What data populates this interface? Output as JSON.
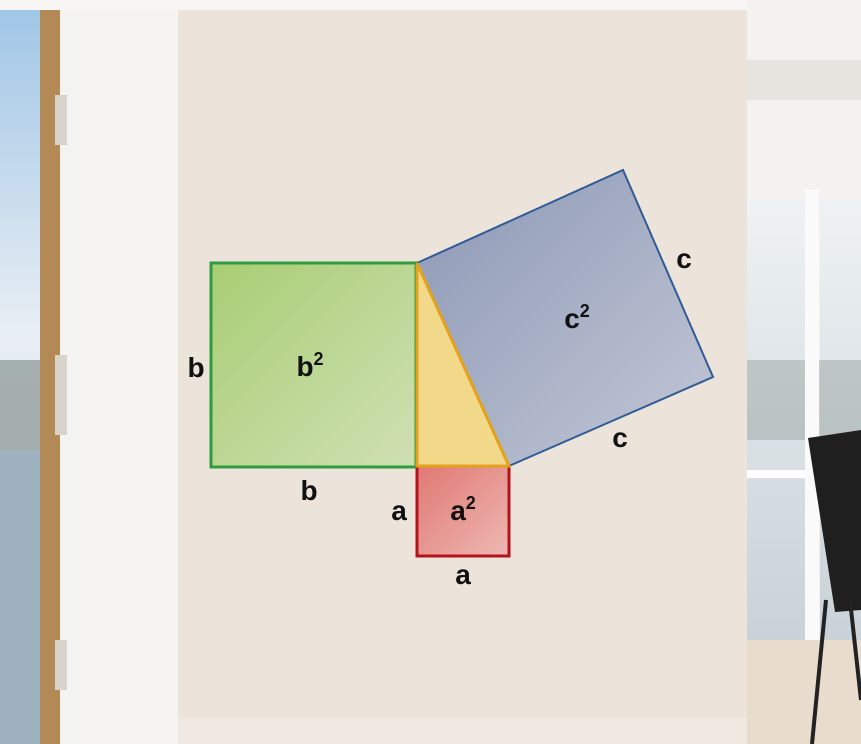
{
  "diagram": {
    "side_labels": {
      "b_left": "b",
      "b_bottom": "b",
      "a_left": "a",
      "a_bottom": "a",
      "c_upper": "c",
      "c_lower": "c"
    },
    "area_labels": {
      "b_square": {
        "base": "b",
        "exp": "2"
      },
      "a_square": {
        "base": "a",
        "exp": "2"
      },
      "c_square": {
        "base": "c",
        "exp": "2"
      }
    },
    "colors": {
      "b_square_fill": "#b8d48a",
      "b_square_stroke": "#2e9b3c",
      "a_square_fill": "#e28a86",
      "a_square_stroke": "#b3141c",
      "c_square_fill": "#a6aec3",
      "c_square_stroke": "#2f5b96",
      "triangle_fill": "#f2d98a",
      "triangle_stroke": "#e3a21a",
      "wall": "#ece3da"
    }
  }
}
